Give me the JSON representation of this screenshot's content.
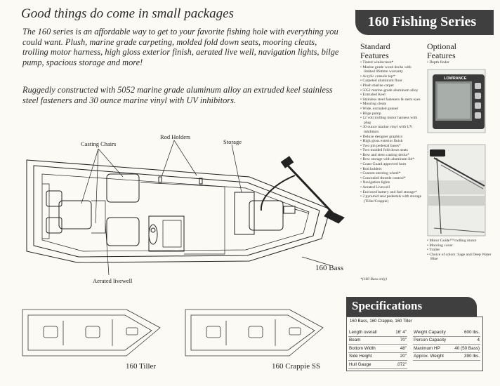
{
  "headline": "Good things do come in small packages",
  "intro": "The 160 series is an affordable way to get to your favorite fishing hole with everything you could want. Plush, marine grade carpeting, molded fold down seats, mooring cleats, trolling motor harness, high gloss exterior finish, aerated live well, navigation lights, bilge pump, spacious storage and more!",
  "intro2": "Ruggedly constructed with 5052 marine grade aluminum alloy an extruded keel stainless steel fasteners and 30 ounce marine vinyl with UV inhibitors.",
  "diagram_labels": {
    "casting_chairs": "Casting Chairs",
    "rod_holders": "Rod Holders",
    "storage": "Storage",
    "aerated_livewell": "Aerated livewell",
    "bass": "160 Bass",
    "tiller": "160 Tiller",
    "crappie": "160 Crappie SS"
  },
  "series_title": "160 Fishing Series",
  "standard": {
    "heading_line1": "Standard",
    "heading_line2": "Features",
    "items": [
      "Tinted windscreen*",
      "Marine grade wood decks with limited lifetime warranty",
      "Acrylic console top*",
      "Carpeted aluminum floor",
      "Plush marine carpet",
      "5052 marine-grade aluminum alloy",
      "Extruded Keel",
      "Stainless steel fasteners & stern eyes",
      "Mooring cleats",
      "Wide, extruded gunnel",
      "Bilge pump",
      "12 volt trolling motor harness with plug",
      "30 ounce marine vinyl with UV inhibitors",
      "Deluxe designer graphics",
      "High gloss exterior finish",
      "Two pin pedestal bases*",
      "Two molded fold down seats",
      "Bow and stern casting decks*",
      "Bow storage with aluminum lid*",
      "Coast Guard approved horn",
      "Rod holders",
      "Custom steering wheel*",
      "Concealed throttle control*",
      "Navigation lights",
      "Aerated Livewell",
      "Enclosed battery and fuel storage*",
      "2 pyramid seat pedestals with storage (Tiller/Crappie)"
    ],
    "footnote": "*(160 Bass only)"
  },
  "optional": {
    "heading_line1": "Optional",
    "heading_line2": "Features",
    "items_top": [
      "Depth finder"
    ],
    "items_bottom": [
      "Motor Guide™ trolling motor",
      "Mooring cover",
      "Trailer",
      "Choice of colors: Sage and Deep Water Blue"
    ],
    "brand": "LOWRANCE"
  },
  "specs": {
    "title": "Specifications",
    "models": "160 Bass, 160 Crappie, 160 Tiller",
    "left": [
      {
        "label": "Length overall",
        "value": "16' 4\""
      },
      {
        "label": "Beam",
        "value": "70\""
      },
      {
        "label": "Bottom Width",
        "value": "48\""
      },
      {
        "label": "Side Height",
        "value": "20\""
      },
      {
        "label": "Hull Gauge",
        "value": ".072\""
      }
    ],
    "right": [
      {
        "label": "Weight Capacity",
        "value": "600 lbs."
      },
      {
        "label": "Person Capacity",
        "value": "4"
      },
      {
        "label": "Maximum HP",
        "value": "40 (50 Bass)"
      },
      {
        "label": "Approx. Weight",
        "value": "390 lbs."
      }
    ]
  }
}
